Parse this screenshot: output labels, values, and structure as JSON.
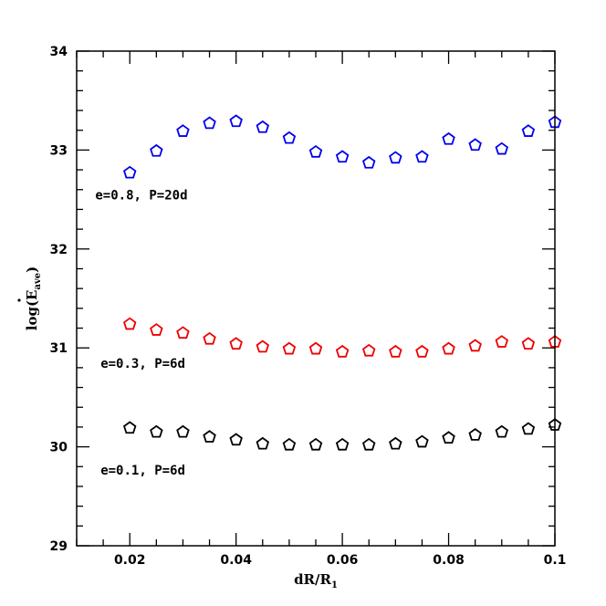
{
  "chart_data": {
    "type": "scatter",
    "xlabel": "dR/R",
    "xlabel_sub": "1",
    "ylabel": "log(E",
    "ylabel_sub": "ave",
    "ylabel_close": ")",
    "xlim": [
      0.01,
      0.1
    ],
    "ylim": [
      29,
      34
    ],
    "xticks": [
      0.02,
      0.04,
      0.06,
      0.08,
      0.1
    ],
    "xtick_labels": [
      "0.02",
      "0.04",
      "0.06",
      "0.08",
      "0.1"
    ],
    "yticks": [
      29,
      30,
      31,
      32,
      33,
      34
    ],
    "ytick_labels": [
      "29",
      "30",
      "31",
      "32",
      "33",
      "34"
    ],
    "marker": "open-pentagon",
    "grid": false,
    "series": [
      {
        "color": "#0000ee",
        "x": [
          0.02,
          0.025,
          0.03,
          0.035,
          0.04,
          0.045,
          0.05,
          0.055,
          0.06,
          0.065,
          0.07,
          0.075,
          0.08,
          0.085,
          0.09,
          0.095,
          0.1
        ],
        "y": [
          32.77,
          32.99,
          33.19,
          33.27,
          33.29,
          33.23,
          33.12,
          32.98,
          32.93,
          32.87,
          32.92,
          32.93,
          33.11,
          33.05,
          33.01,
          33.19,
          33.28
        ]
      },
      {
        "color": "#ee0000",
        "x": [
          0.02,
          0.025,
          0.03,
          0.035,
          0.04,
          0.045,
          0.05,
          0.055,
          0.06,
          0.065,
          0.07,
          0.075,
          0.08,
          0.085,
          0.09,
          0.095,
          0.1
        ],
        "y": [
          31.24,
          31.18,
          31.15,
          31.09,
          31.04,
          31.01,
          30.99,
          30.99,
          30.96,
          30.97,
          30.96,
          30.96,
          30.99,
          31.02,
          31.06,
          31.04,
          31.06
        ]
      },
      {
        "color": "#000000",
        "x": [
          0.02,
          0.025,
          0.03,
          0.035,
          0.04,
          0.045,
          0.05,
          0.055,
          0.06,
          0.065,
          0.07,
          0.075,
          0.08,
          0.085,
          0.09,
          0.095,
          0.1
        ],
        "y": [
          30.19,
          30.15,
          30.15,
          30.1,
          30.07,
          30.03,
          30.02,
          30.02,
          30.02,
          30.02,
          30.03,
          30.05,
          30.09,
          30.12,
          30.15,
          30.18,
          30.22
        ]
      }
    ],
    "annotations": [
      {
        "text": "e=0.8,  P=20d",
        "x": 0.0135,
        "y": 32.5
      },
      {
        "text": "e=0.3,  P=6d",
        "x": 0.0145,
        "y": 30.8
      },
      {
        "text": "e=0.1,  P=6d",
        "x": 0.0145,
        "y": 29.72
      }
    ]
  }
}
